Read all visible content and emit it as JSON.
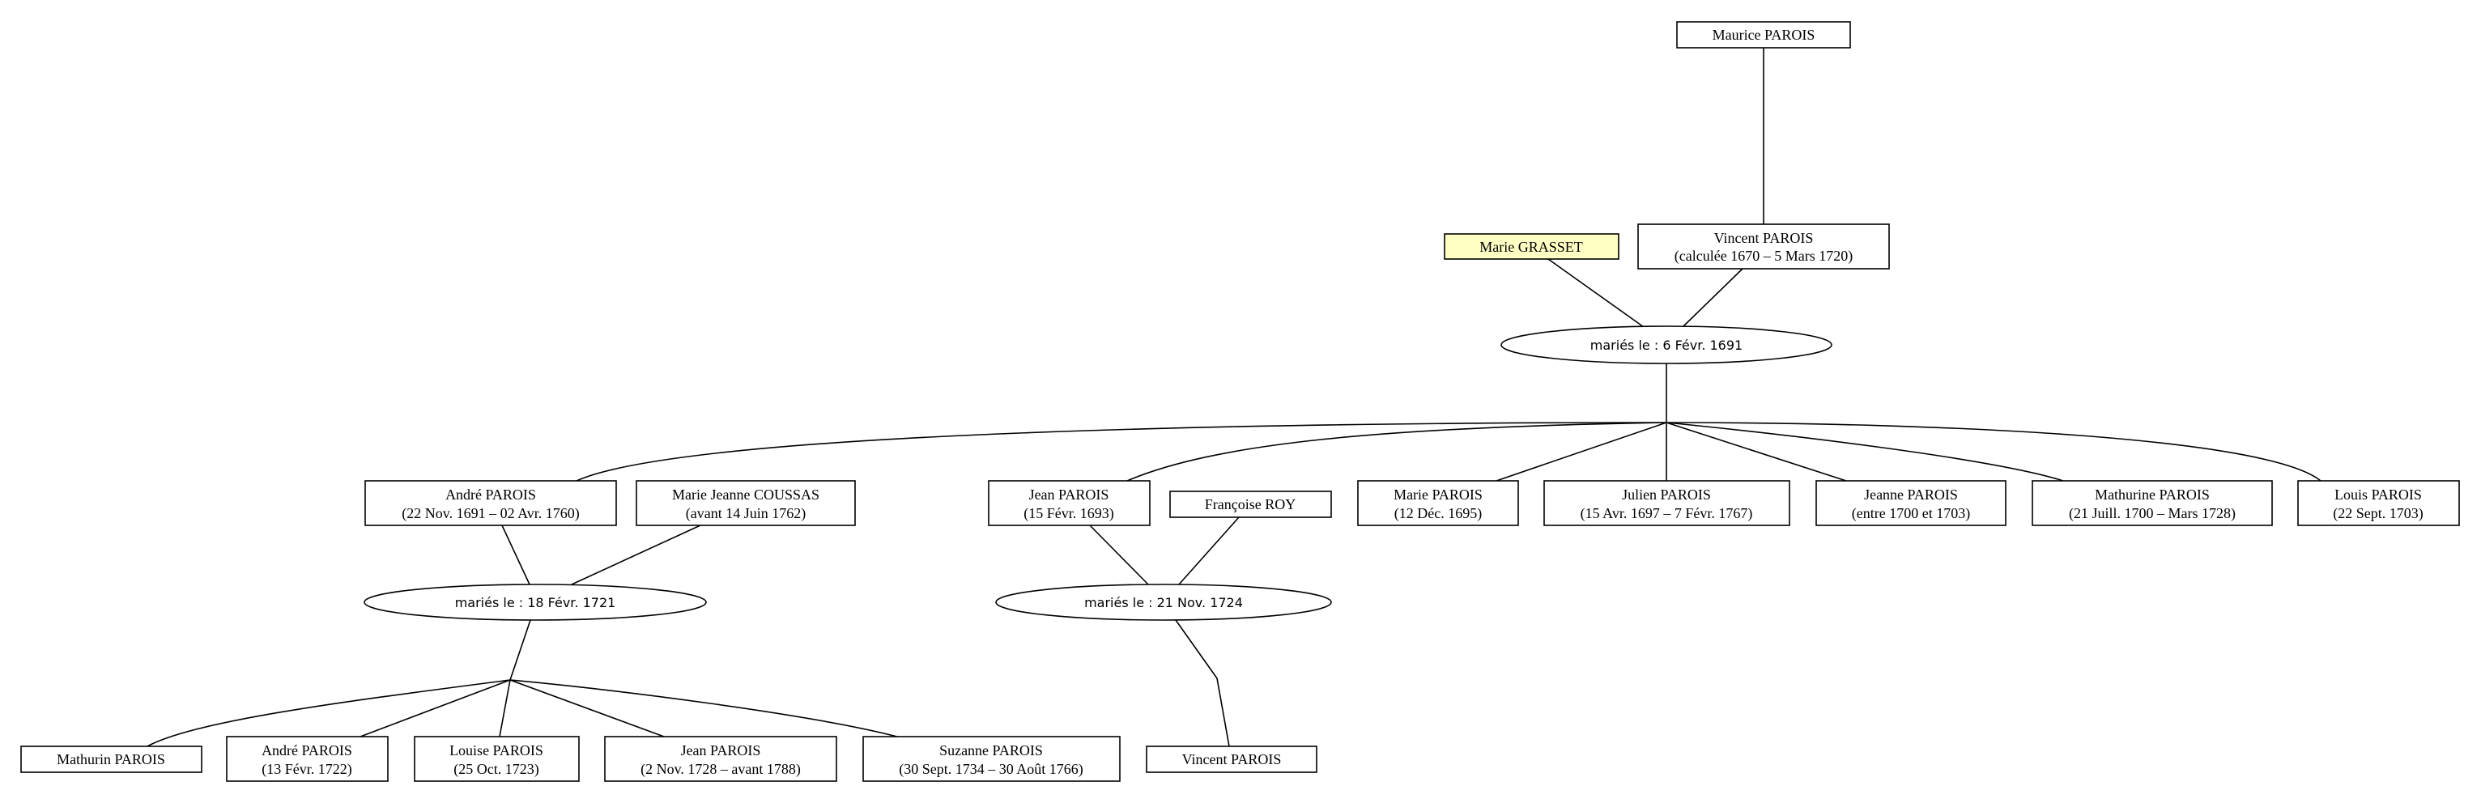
{
  "colors": {
    "highlight": "#ffffc4",
    "stroke": "#000000",
    "background": "#ffffff"
  },
  "people": {
    "maurice": {
      "lines": [
        "Maurice PAROIS"
      ]
    },
    "vincent_sr": {
      "lines": [
        "Vincent PAROIS",
        "(calculée 1670 – 5 Mars 1720)"
      ]
    },
    "marie_grasset": {
      "lines": [
        "Marie GRASSET"
      ],
      "highlight": true
    },
    "andre": {
      "lines": [
        "André PAROIS",
        "(22 Nov. 1691 – 02 Avr. 1760)"
      ]
    },
    "marie_jeanne": {
      "lines": [
        "Marie Jeanne COUSSAS",
        "(avant 14 Juin 1762)"
      ]
    },
    "jean": {
      "lines": [
        "Jean PAROIS",
        "(15 Févr. 1693)"
      ]
    },
    "francoise": {
      "lines": [
        "Françoise ROY"
      ]
    },
    "marie": {
      "lines": [
        "Marie PAROIS",
        "(12 Déc. 1695)"
      ]
    },
    "julien": {
      "lines": [
        "Julien PAROIS",
        "(15 Avr. 1697 – 7 Févr. 1767)"
      ]
    },
    "jeanne": {
      "lines": [
        "Jeanne PAROIS",
        "(entre 1700 et 1703)"
      ]
    },
    "mathurine": {
      "lines": [
        "Mathurine PAROIS",
        "(21 Juill. 1700 – Mars 1728)"
      ]
    },
    "louis": {
      "lines": [
        "Louis PAROIS",
        "(22 Sept. 1703)"
      ]
    },
    "mathurin": {
      "lines": [
        "Mathurin PAROIS"
      ]
    },
    "andre_jr": {
      "lines": [
        "André PAROIS",
        "(13 Févr. 1722)"
      ]
    },
    "louise": {
      "lines": [
        "Louise PAROIS",
        "(25 Oct. 1723)"
      ]
    },
    "jean_jr": {
      "lines": [
        "Jean PAROIS",
        "(2 Nov. 1728 – avant 1788)"
      ]
    },
    "suzanne": {
      "lines": [
        "Suzanne PAROIS",
        "(30 Sept. 1734 – 30 Août 1766)"
      ]
    },
    "vincent_jr": {
      "lines": [
        "Vincent PAROIS"
      ]
    }
  },
  "marriages": {
    "m1691": {
      "label": "mariés le : 6 Févr. 1691"
    },
    "m1721": {
      "label": "mariés le : 18 Févr. 1721"
    },
    "m1724": {
      "label": "mariés le : 21 Nov. 1724"
    }
  }
}
